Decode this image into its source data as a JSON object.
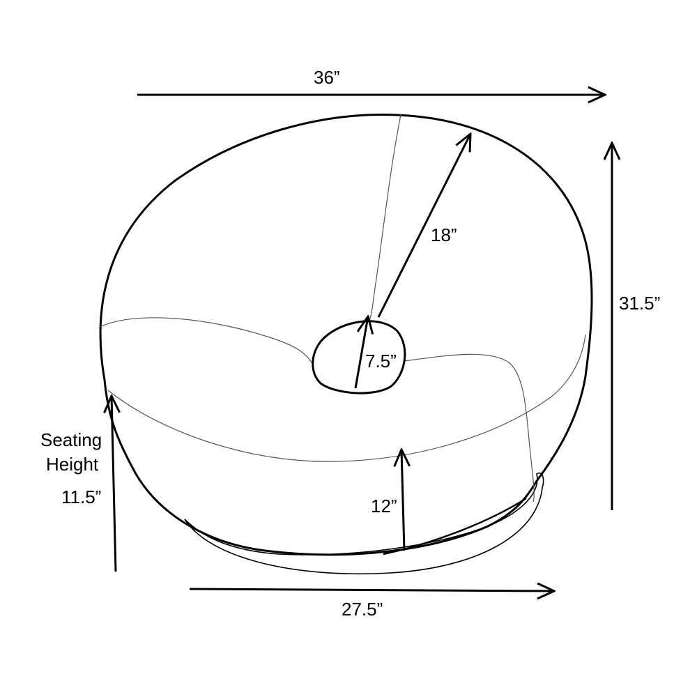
{
  "dimensions": {
    "width": "36”",
    "depth": "27.5”",
    "height": "31.5”",
    "seat_radius": "18”",
    "center_radius": "7.5”",
    "cushion_height": "12”",
    "seating_height_label_line1": "Seating",
    "seating_height_label_line2": "Height",
    "seating_height": "11.5”"
  },
  "colors": {
    "outline": "#000000",
    "seam": "#555555",
    "background": "#ffffff"
  }
}
